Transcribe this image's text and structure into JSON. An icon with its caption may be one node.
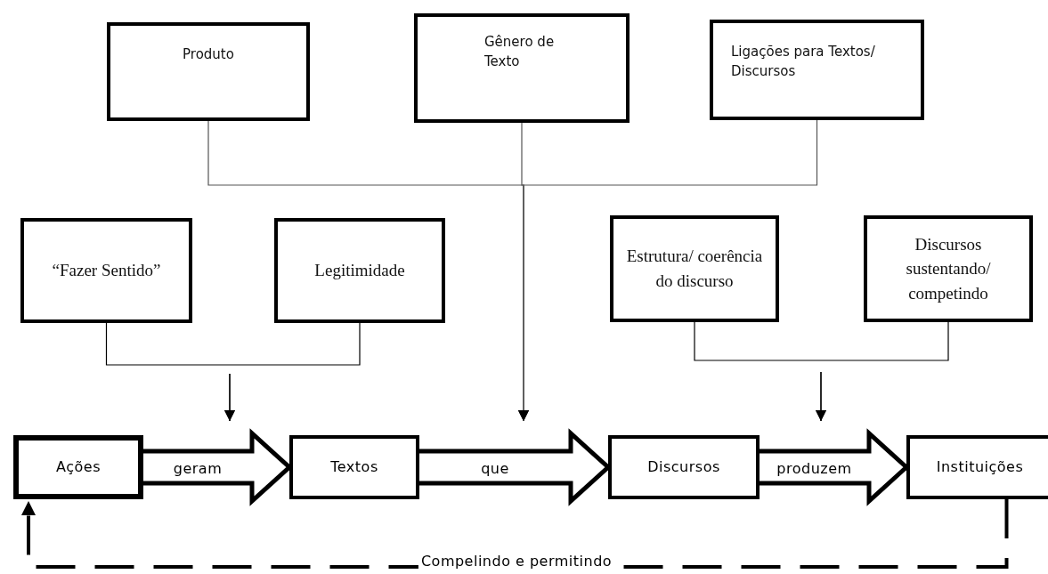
{
  "diagram": {
    "nodes": [
      {
        "text": [
          "Produto"
        ]
      },
      {
        "text": [
          "Gênero de Texto"
        ]
      },
      {
        "text": [
          "Ligações para Textos/ Discursos"
        ]
      },
      {
        "text": [
          "“Fazer Sentido”"
        ]
      },
      {
        "text": [
          "Legitimidade"
        ]
      },
      {
        "text": [
          "Estrutura/ coerência do discurso"
        ]
      },
      {
        "text": [
          "Discursos sustentando/ competindo"
        ]
      },
      {
        "text": [
          "Ações"
        ]
      },
      {
        "text": [
          "Textos"
        ]
      },
      {
        "text": [
          "Discursos"
        ]
      },
      {
        "text": [
          "Instituições"
        ]
      }
    ],
    "edges": [
      {
        "from": 0,
        "to": null,
        "arrow": "to"
      },
      {
        "from": 1,
        "to": null,
        "arrow": "to"
      },
      {
        "from": 2,
        "to": null,
        "arrow": "to"
      },
      {
        "from": 3,
        "to": null,
        "arrow": "to"
      },
      {
        "from": 4,
        "to": null,
        "arrow": "to"
      },
      {
        "from": 5,
        "to": null,
        "arrow": "to"
      },
      {
        "from": 6,
        "to": null,
        "arrow": "to"
      },
      {
        "from": 7,
        "to": 8,
        "arrow": "to",
        "label": "geram",
        "style": "thick"
      },
      {
        "from": 8,
        "to": 9,
        "arrow": "to",
        "label": "que",
        "style": "thick"
      },
      {
        "from": 9,
        "to": 10,
        "arrow": "to",
        "label": "produzem",
        "style": "thick"
      },
      {
        "from": 10,
        "to": 7,
        "arrow": "to",
        "label": "Compelindo e permitindo",
        "style": "dashed"
      }
    ]
  }
}
